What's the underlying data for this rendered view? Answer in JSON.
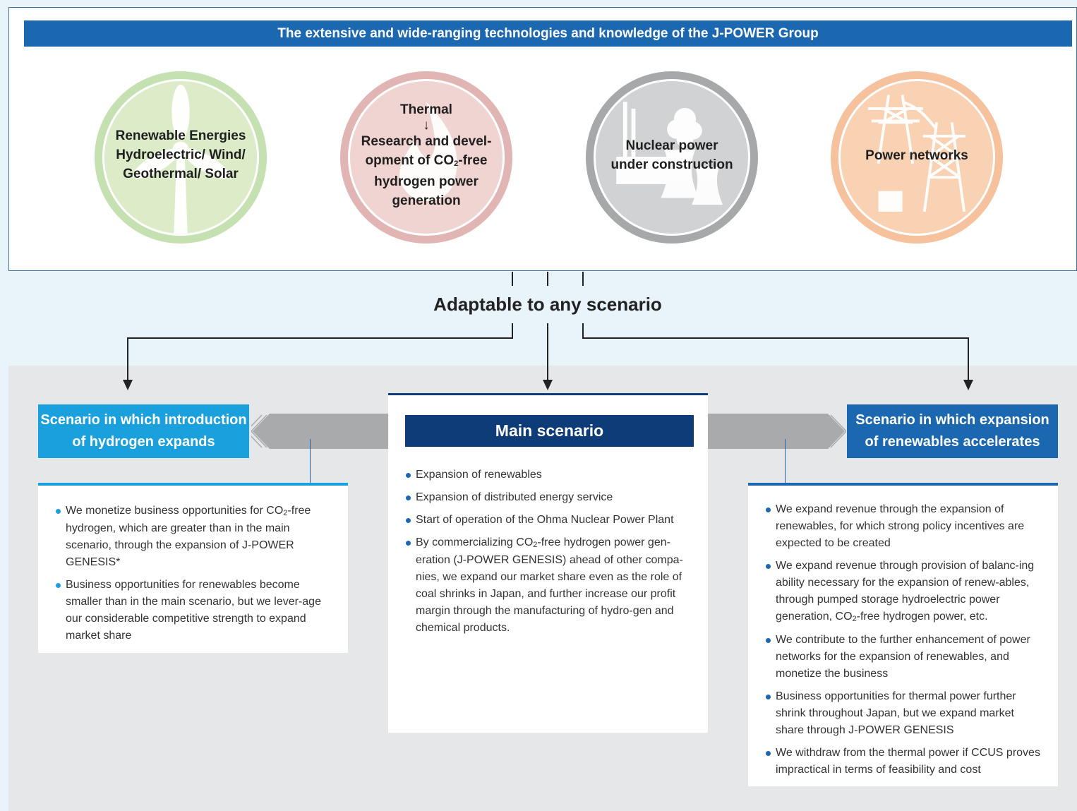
{
  "header": {
    "banner_text": "The extensive and wide-ranging technologies and knowledge of the J-POWER Group"
  },
  "circles": [
    {
      "id": "renewable",
      "lines": [
        "Renewable Energies",
        "Hydroelectric/ Wind/",
        "Geothermal/ Solar"
      ],
      "icon": "wind-turbine-icon",
      "ring_color": "#c5e0b1",
      "fill_color": "#dcecc9"
    },
    {
      "id": "thermal",
      "lines": [
        "Thermal",
        "↓",
        "Research and devel-",
        "opment of CO2-free",
        "hydrogen power",
        "generation"
      ],
      "icon": "flame-icon",
      "ring_color": "#e0b5b3",
      "fill_color": "#f0d4d2"
    },
    {
      "id": "nuclear",
      "lines": [
        "Nuclear power",
        "under construction"
      ],
      "icon": "power-plant-icon",
      "ring_color": "#a7a8aa",
      "fill_color": "#d1d2d4"
    },
    {
      "id": "networks",
      "lines": [
        "Power networks"
      ],
      "icon": "transmission-tower-icon",
      "ring_color": "#f6c29d",
      "fill_color": "#f9d2b4"
    }
  ],
  "adaptable_title": "Adaptable to any scenario",
  "scenarios": {
    "left": {
      "title_lines": [
        "Scenario in which introduction",
        "of hydrogen expands"
      ],
      "color": "#1aa0dc",
      "bullets": [
        "We monetize business opportunities for CO2-free hydrogen, which are greater than in the main scenario, through the expansion of J-POWER GENESIS*",
        "Business opportunities for renewables become smaller than in the main scenario, but we lever-age our considerable competitive strength to expand market share"
      ]
    },
    "main": {
      "title": "Main scenario",
      "color": "#0d3c78",
      "bullets": [
        "Expansion of renewables",
        "Expansion of distributed energy service",
        "Start of operation of the Ohma Nuclear Power Plant",
        "By commercializing CO2-free hydrogen power gen-eration (J-POWER GENESIS) ahead of other compa-nies, we expand our market share even as the role of coal shrinks in Japan, and further increase our profit margin through the manufacturing of hydro-gen and chemical products."
      ]
    },
    "right": {
      "title_lines": [
        "Scenario in which expansion",
        "of renewables accelerates"
      ],
      "color": "#1b67b0",
      "bullets": [
        "We expand revenue through the expansion of renewables, for which strong policy incentives are expected to be created",
        "We expand revenue through provision of balanc-ing ability necessary for the expansion of renew-ables, through pumped storage hydroelectric power generation, CO2-free hydrogen power, etc.",
        "We contribute to the further enhancement of power networks for the expansion of renewables, and monetize the business",
        "Business opportunities for thermal power further shrink throughout Japan, but we expand market share through J-POWER GENESIS",
        "We withdraw from the thermal power if CCUS proves impractical in terms of feasibility and cost"
      ]
    }
  }
}
